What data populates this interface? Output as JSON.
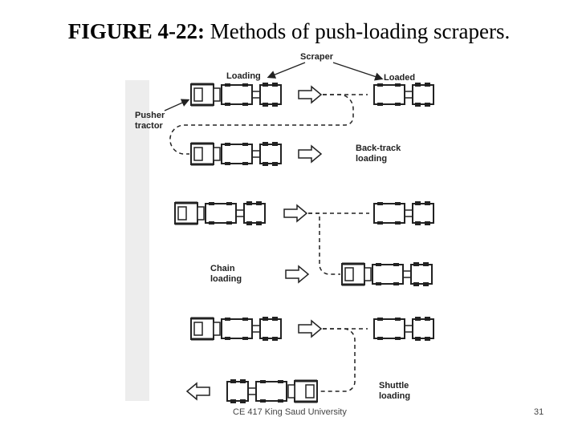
{
  "slide": {
    "title_bold": "FIGURE 4-22:",
    "title_rest": " Methods of push-loading scrapers.",
    "footer_center": "CE 417 King Saud University",
    "page_number": "31"
  },
  "diagram": {
    "labels": {
      "scraper": "Scraper",
      "loading": "Loading",
      "loaded": "Loaded",
      "pusher_1": "Pusher",
      "pusher_2": "tractor",
      "backtrack_1": "Back-track",
      "backtrack_2": "loading",
      "chain_1": "Chain",
      "chain_2": "loading",
      "shuttle_1": "Shuttle",
      "shuttle_2": "loading"
    }
  }
}
